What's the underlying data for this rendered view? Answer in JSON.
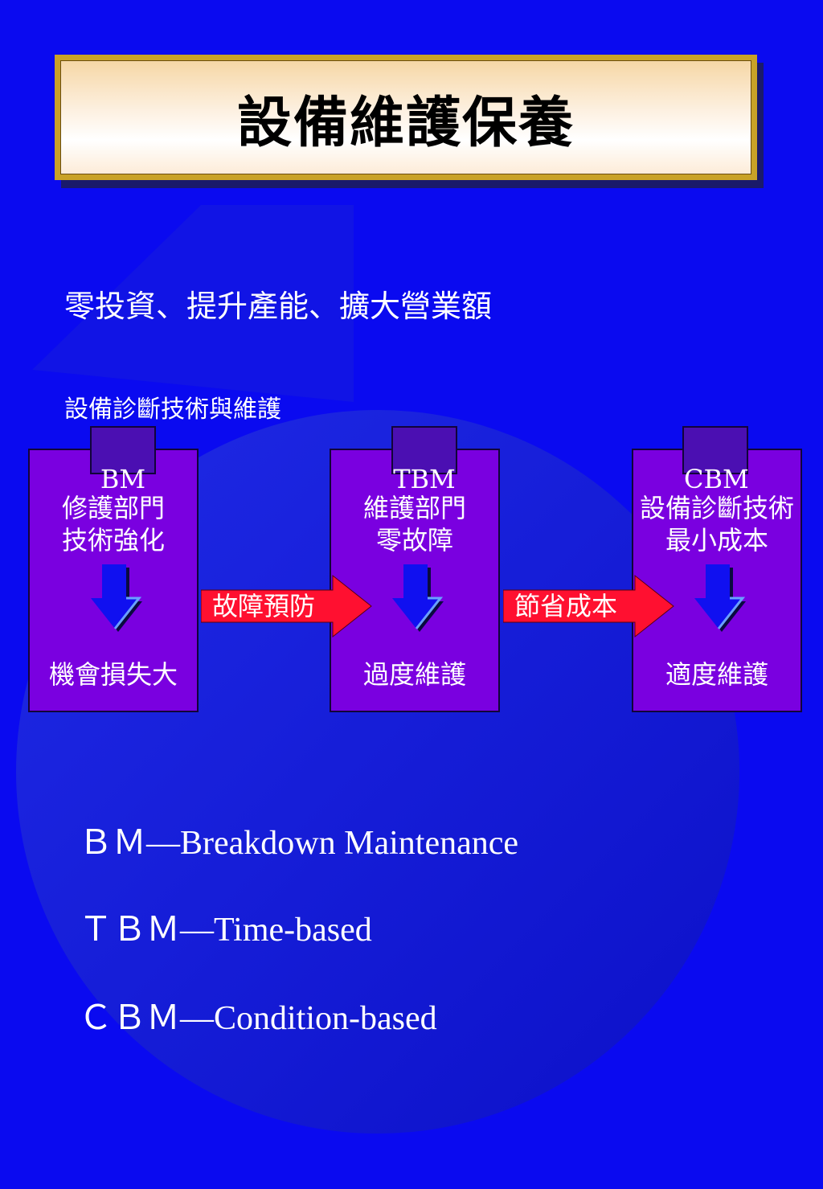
{
  "title": "設備維護保養",
  "slogan": "零投資、提升產能、擴大營業額",
  "subheading": "設備診斷技術與維護",
  "stages": [
    {
      "tag": "BM",
      "lines": [
        "修護部門",
        "技術強化"
      ],
      "bottom": "機會損失大"
    },
    {
      "tag": "TBM",
      "lines": [
        "維護部門",
        "零故障"
      ],
      "bottom": "過度維護"
    },
    {
      "tag": "CBM",
      "lines": [
        "設備診斷技術",
        "最小成本"
      ],
      "bottom": "適度維護"
    }
  ],
  "transitions": [
    {
      "label": "故障預防"
    },
    {
      "label": "節省成本"
    }
  ],
  "legend": [
    "ＢＭ—Breakdown Maintenance",
    "ＴＢＭ—Time-based",
    "ＣＢＭ—Condition-based"
  ],
  "colors": {
    "background": "#0a0af0",
    "box": "#7a00e0",
    "tag": "#4b0fb2",
    "arrow": "#ff1030",
    "down_arrow": "#1010f0"
  }
}
